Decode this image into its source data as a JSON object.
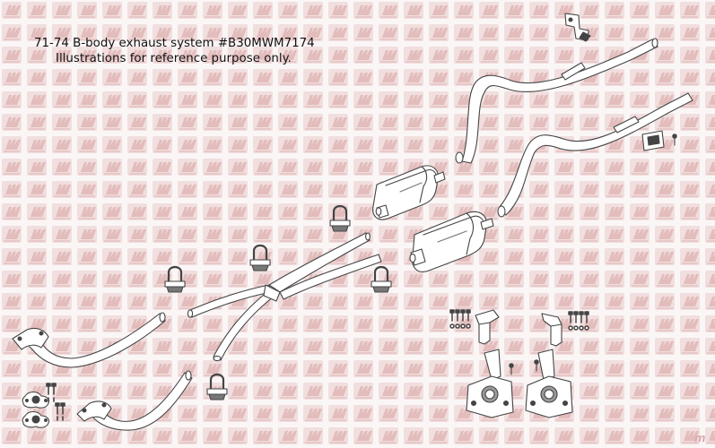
{
  "caption": {
    "line1": "71-74 B-body exhaust system #B30MWM7174",
    "line2": "Illustrations for reference purpose only."
  },
  "watermark": {
    "text": "m",
    "color": "#e6c4c4",
    "dark_color": "#d9aeb0"
  },
  "colors": {
    "background": "#fbf6f6",
    "line": "#444444",
    "fill": "#ffffff",
    "shade": "#9a9a9a"
  }
}
